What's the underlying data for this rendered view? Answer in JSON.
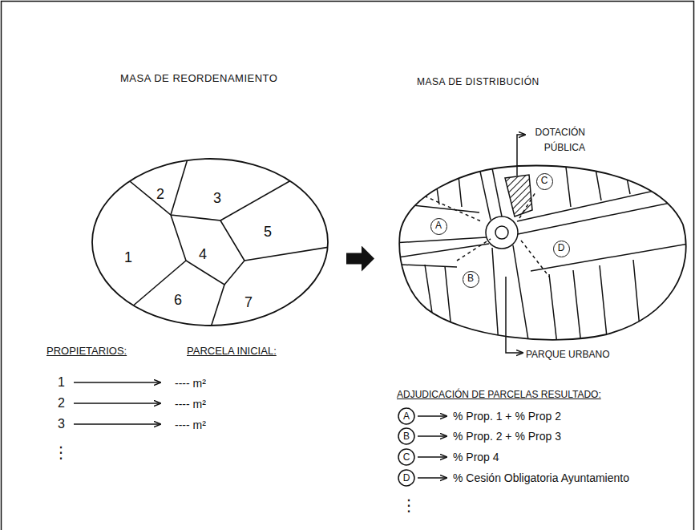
{
  "diagram": {
    "nodes": [
      {
        "text": [
          "MASA DE REORDENAMIENTO"
        ]
      },
      {
        "text": [
          "1"
        ],
        "in": 0
      },
      {
        "text": [
          "2"
        ],
        "in": 0
      },
      {
        "text": [
          "3"
        ],
        "in": 0
      },
      {
        "text": [
          "4"
        ],
        "in": 0
      },
      {
        "text": [
          "5"
        ],
        "in": 0
      },
      {
        "text": [
          "6"
        ],
        "in": 0
      },
      {
        "text": [
          "7"
        ],
        "in": 0
      },
      {
        "text": [
          "MASA DE DISTRIBUCIÓN"
        ]
      },
      {
        "text": [
          "A"
        ],
        "in": 8
      },
      {
        "text": [
          "B"
        ],
        "in": 8
      },
      {
        "text": [
          "C"
        ],
        "in": 8
      },
      {
        "text": [
          "D"
        ],
        "in": 8
      }
    ],
    "edges": [
      {
        "from": 0,
        "to": 8,
        "arrow": "to"
      }
    ],
    "labels": [
      "PROPIETARIOS:",
      "PARCELA INICIAL:",
      "1",
      "---- m²",
      "2",
      "---- m²",
      "3",
      "---- m²",
      "⋮",
      "DOTACIÓN PÚBLICA",
      "PARQUE URBANO",
      "ADJUDICACIÓN DE PARCELAS RESULTADO:",
      "A",
      "% Prop. 1 + % Prop 2",
      "B",
      "% Prop. 2 + % Prop 3",
      "C",
      "% Prop 4",
      "D",
      "% Cesión Obligatoria Ayuntamiento",
      "⋮"
    ]
  }
}
